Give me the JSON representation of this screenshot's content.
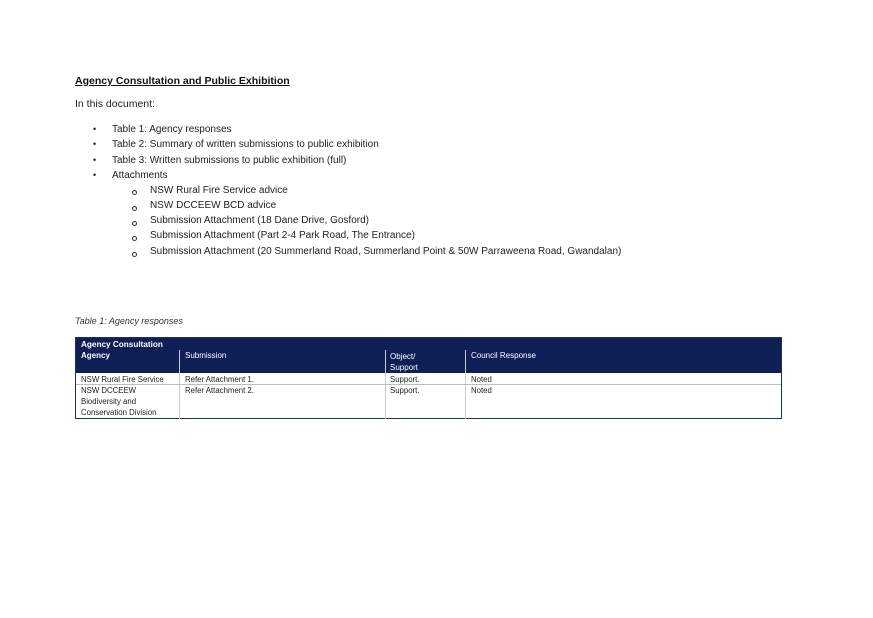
{
  "document": {
    "heading": "Agency Consultation and Public Exhibition",
    "intro": "In this document:",
    "bullets": [
      "Table 1: Agency responses",
      "Table 2: Summary of written submissions to public exhibition",
      "Table 3: Written submissions to public exhibition (full)",
      "Attachments"
    ],
    "sub_bullets": [
      "NSW Rural Fire Service advice",
      "NSW DCCEEW BCD advice",
      "Submission Attachment (18 Dane Drive, Gosford)",
      "Submission Attachment (Part 2-4 Park Road, The Entrance)",
      "Submission Attachment (20 Summerland Road, Summerland Point & 50W Parraweena Road, Gwandalan)"
    ],
    "table_caption": "Table 1: Agency responses"
  },
  "table": {
    "title": "Agency Consultation",
    "headers": [
      "Agency",
      "Submission",
      "Object/ Support",
      "Council Response"
    ],
    "header_line1": "Object/",
    "header_line2": "Support",
    "rows": [
      {
        "agency": "NSW Rural Fire Service",
        "submission": "Refer Attachment 1.",
        "object_support": "Support.",
        "response": "Noted"
      },
      {
        "agency_l1": "NSW DCCEEW",
        "agency_l2": "Biodiversity and",
        "agency_l3": "Conservation Division",
        "submission": "Refer Attachment 2.",
        "object_support": "Support.",
        "response": "Noted"
      }
    ]
  },
  "colors": {
    "table_header": "#0f1e55",
    "text": "#222222"
  }
}
